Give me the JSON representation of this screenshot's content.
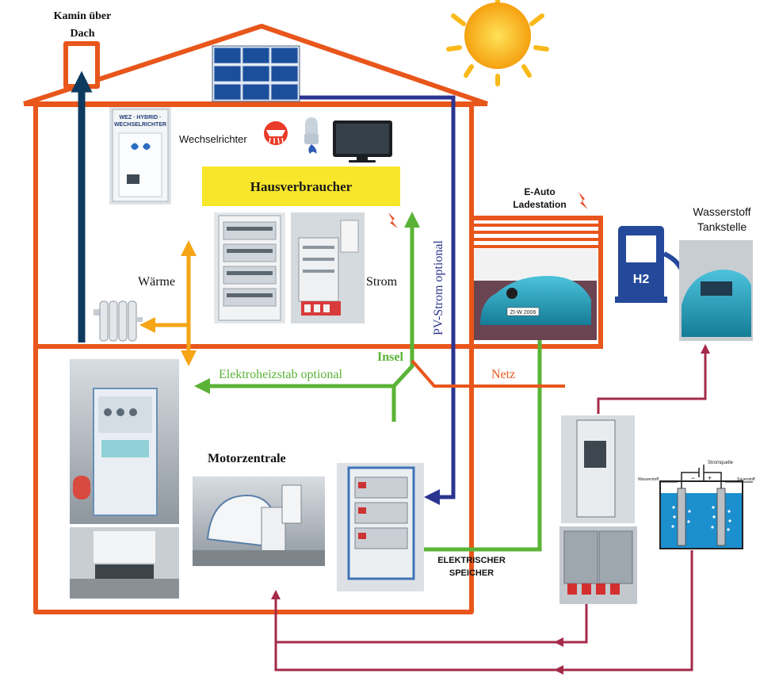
{
  "labels": {
    "chimney": [
      "Kamin über",
      "Dach"
    ],
    "inverter": "Wechselrichter",
    "inverter_plate": [
      "WEZ · HYBRID ·",
      "WECHSELRICHTER"
    ],
    "house_consumers": "Hausverbraucher",
    "heat": "Wärme",
    "power": "Strom",
    "pv_optional": "PV-Strom optional",
    "ev_station": [
      "E-Auto",
      "Ladestation"
    ],
    "hydrogen_station": [
      "Wasserstoff",
      "Tankstelle"
    ],
    "h2": "H2",
    "island": "Insel",
    "heater_optional": "Elektroheizstab optional",
    "grid": "Netz",
    "motor_center": "Motorzentrale",
    "storage": [
      "ELEKTRISCHER",
      "SPEICHER"
    ],
    "license_plate": "ZI-W 2006",
    "electrolyzer_source": "Stromquelle",
    "electrolyzer_left": "Wasserstoff",
    "electrolyzer_right": "Sauerstoff",
    "electrolyzer_minus": "−",
    "electrolyzer_plus": "+"
  },
  "colors": {
    "house": "#e8561b",
    "heat": "#f5a516",
    "pv": "#2b3590",
    "exhaust": "#0e3a5f",
    "green": "#5ab336",
    "return": "#a52a4a",
    "consumer_box": "#f7e62a",
    "pump": "#24489a",
    "water": "#1c8fcf",
    "sun": "#f9b919",
    "panel": "#1b4f9c",
    "car": "#21a0bf"
  },
  "icons": [
    "sun-icon",
    "solar-panel-icon",
    "shower-icon",
    "water-heater-icon",
    "monitor-icon",
    "lightning-icon",
    "radiator-icon",
    "hydrogen-pump-icon",
    "electric-car-icon",
    "electrolyzer-icon"
  ]
}
